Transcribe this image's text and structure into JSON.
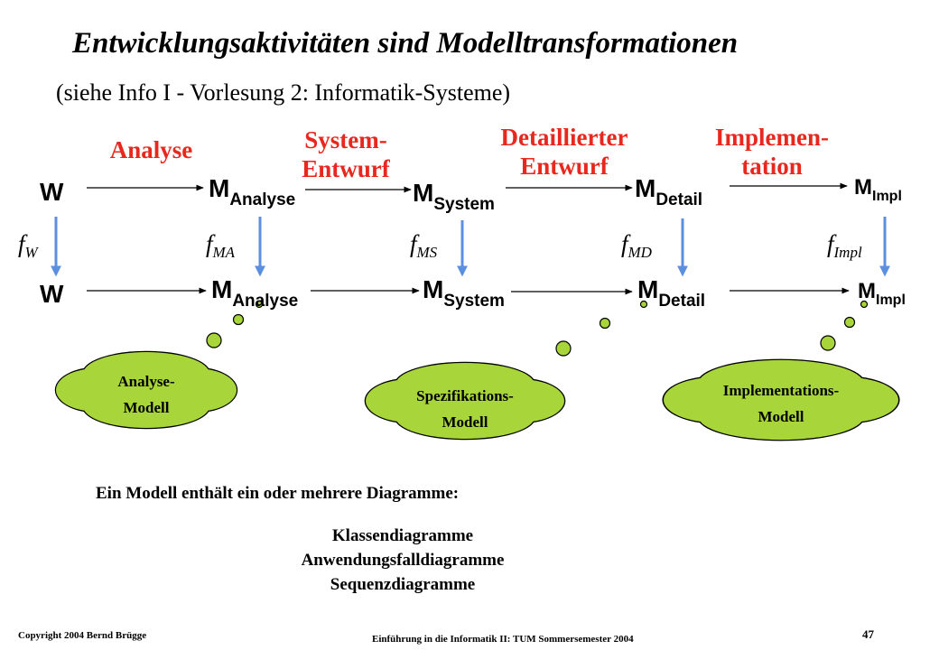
{
  "title": "Entwicklungsaktivitäten sind Modelltransformationen",
  "subtitle": "(siehe Info I - Vorlesung 2: Informatik-Systeme)",
  "activities": {
    "analyse": [
      "Analyse"
    ],
    "systementwurf": [
      "System-",
      "Entwurf"
    ],
    "detailentwurf": [
      "Detaillierter",
      "Entwurf"
    ],
    "implementation": [
      "Implemen-",
      "tation"
    ]
  },
  "top_row": {
    "w": "W",
    "m_analyse": {
      "main": "M",
      "sub": "Analyse"
    },
    "m_system": {
      "main": "M",
      "sub": "System"
    },
    "m_detail": {
      "main": "M",
      "sub": "Detail"
    },
    "m_impl": {
      "main": "M",
      "sub": "Impl"
    }
  },
  "bottom_row": {
    "w": "W",
    "m_analyse": {
      "main": "M",
      "sub": "Analyse"
    },
    "m_system": {
      "main": "M",
      "sub": "System"
    },
    "m_detail": {
      "main": "M",
      "sub": "Detail"
    },
    "m_impl": {
      "main": "M",
      "sub": "Impl"
    }
  },
  "mappings": {
    "f_w": {
      "main": "f",
      "sub": "W"
    },
    "f_ma": {
      "main": "f",
      "sub": "MA"
    },
    "f_ms": {
      "main": "f",
      "sub": "MS"
    },
    "f_md": {
      "main": "f",
      "sub": "MD"
    },
    "f_impl": {
      "main": "f",
      "sub": "Impl"
    }
  },
  "clouds": {
    "analyse": [
      "Analyse-",
      "Modell"
    ],
    "spezifikation": [
      "Spezifikations-",
      "Modell"
    ],
    "implementation": [
      "Implementations-",
      "Modell"
    ]
  },
  "colors": {
    "activity": "#e8281e",
    "cloud_fill": "#a8d63a",
    "arrow_blue": "#5b8fe0"
  },
  "model_text": "Ein Modell enthält ein oder mehrere Diagramme:",
  "diagram_types": [
    "Klassendiagramme",
    "Anwendungsfalldiagramme",
    "Sequenzdiagramme"
  ],
  "footer": {
    "copyright": "Copyright  2004  Bernd Brügge",
    "course": "Einführung in die Informatik II:  TUM Sommersemester 2004",
    "page": "47"
  }
}
